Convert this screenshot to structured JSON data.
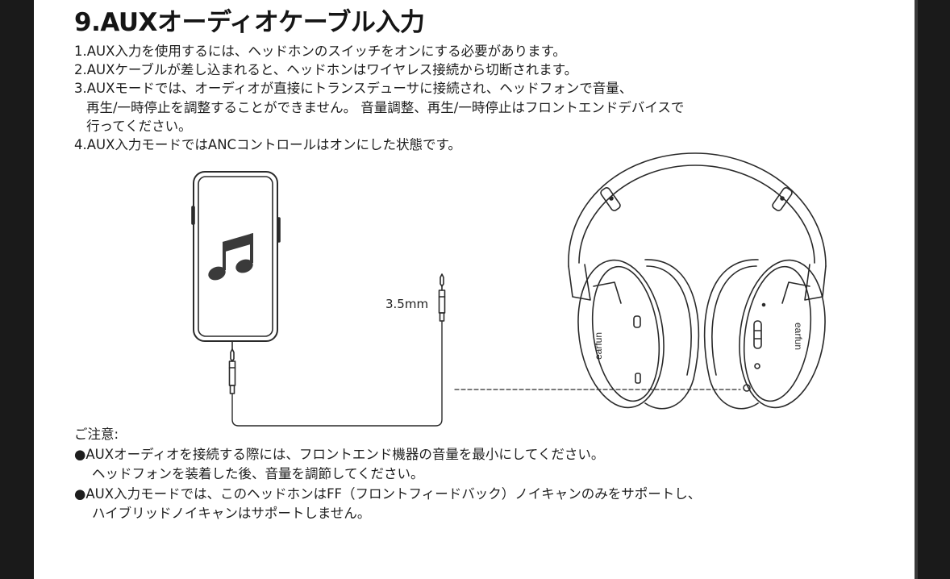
{
  "title": "9.AUXオーディオケーブル入力",
  "steps": [
    "1.AUX入力を使用するには、ヘッドホンのスイッチをオンにする必要があります。",
    "2.AUXケーブルが差し込まれると、ヘッドホンはワイヤレス接続から切断されます。",
    "3.AUXモードでは、オーディオが直接にトランスデューサに接続され、ヘッドフォンで音量、",
    "再生/一時停止を調整することができません。 音量調整、再生/一時停止はフロントエンドデバイスで",
    "行ってください。",
    "4.AUX入力モードではANCコントロールはオンにした状態です。"
  ],
  "figure": {
    "cable_label": "3.5mm",
    "brand_mark": "earfun"
  },
  "notes": {
    "heading": "ご注意:",
    "lines": [
      "●AUXオーディオを接続する際には、フロントエンド機器の音量を最小にしてください。",
      "ヘッドフォンを装着した後、音量を調節してください。",
      "●AUX入力モードでは、このヘッドホンはFF（フロントフィードバック）ノイキャンのみをサポートし、",
      "ハイブリッドノイキャンはサポートしません。"
    ]
  }
}
